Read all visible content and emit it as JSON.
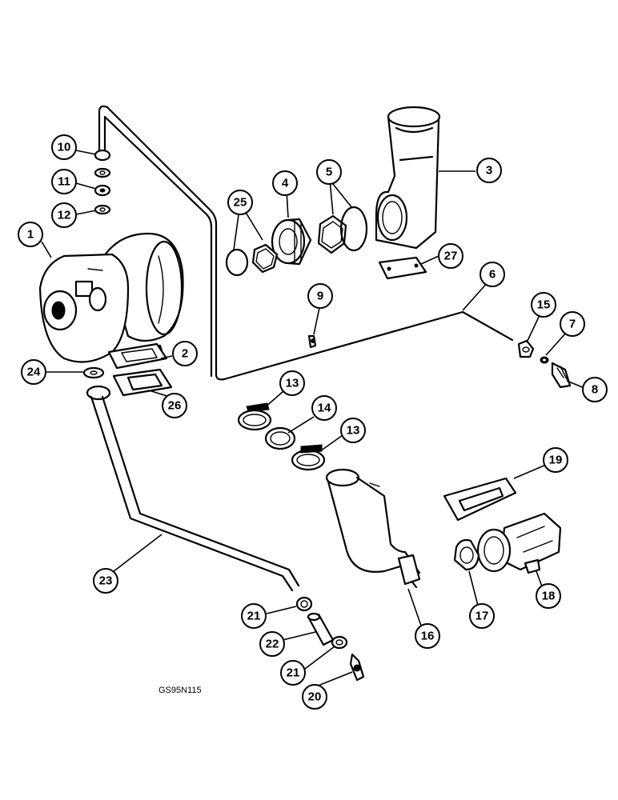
{
  "figure_code": "GS95N115",
  "callouts": {
    "c1": "1",
    "c2": "2",
    "c3": "3",
    "c4": "4",
    "c5": "5",
    "c6": "6",
    "c7": "7",
    "c8": "8",
    "c9": "9",
    "c10": "10",
    "c11": "11",
    "c12": "12",
    "c13a": "13",
    "c13b": "13",
    "c14": "14",
    "c15": "15",
    "c16": "16",
    "c17": "17",
    "c18": "18",
    "c19": "19",
    "c20": "20",
    "c21a": "21",
    "c21b": "21",
    "c22": "22",
    "c23": "23",
    "c24": "24",
    "c25": "25",
    "c26": "26",
    "c27": "27"
  },
  "colors": {
    "ink": "#000000",
    "paper": "#ffffff"
  }
}
